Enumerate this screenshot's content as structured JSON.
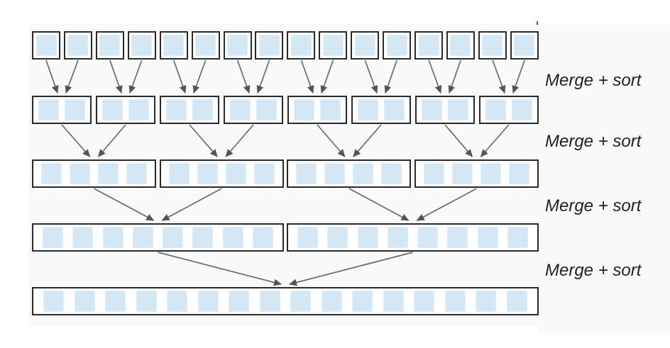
{
  "diagram": {
    "type": "merge-sort-tree",
    "levels": [
      {
        "name": "level-1",
        "boxes": 16,
        "cells_per_box": 1
      },
      {
        "name": "level-2",
        "boxes": 8,
        "cells_per_box": 2
      },
      {
        "name": "level-3",
        "boxes": 4,
        "cells_per_box": 4
      },
      {
        "name": "level-4",
        "boxes": 2,
        "cells_per_box": 8
      },
      {
        "name": "level-5",
        "boxes": 1,
        "cells_per_box": 16
      }
    ],
    "step_labels": [
      "Merge + sort",
      "Merge + sort",
      "Merge + sort",
      "Merge + sort"
    ],
    "colors": {
      "panel_bg": "#f9f9fa",
      "box_border": "#2a2a2a",
      "cell_fill": "#d3e8f4",
      "arrow_line": "#6a6a6a",
      "arrow_head": "#555555",
      "label_text": "#20202a"
    }
  }
}
